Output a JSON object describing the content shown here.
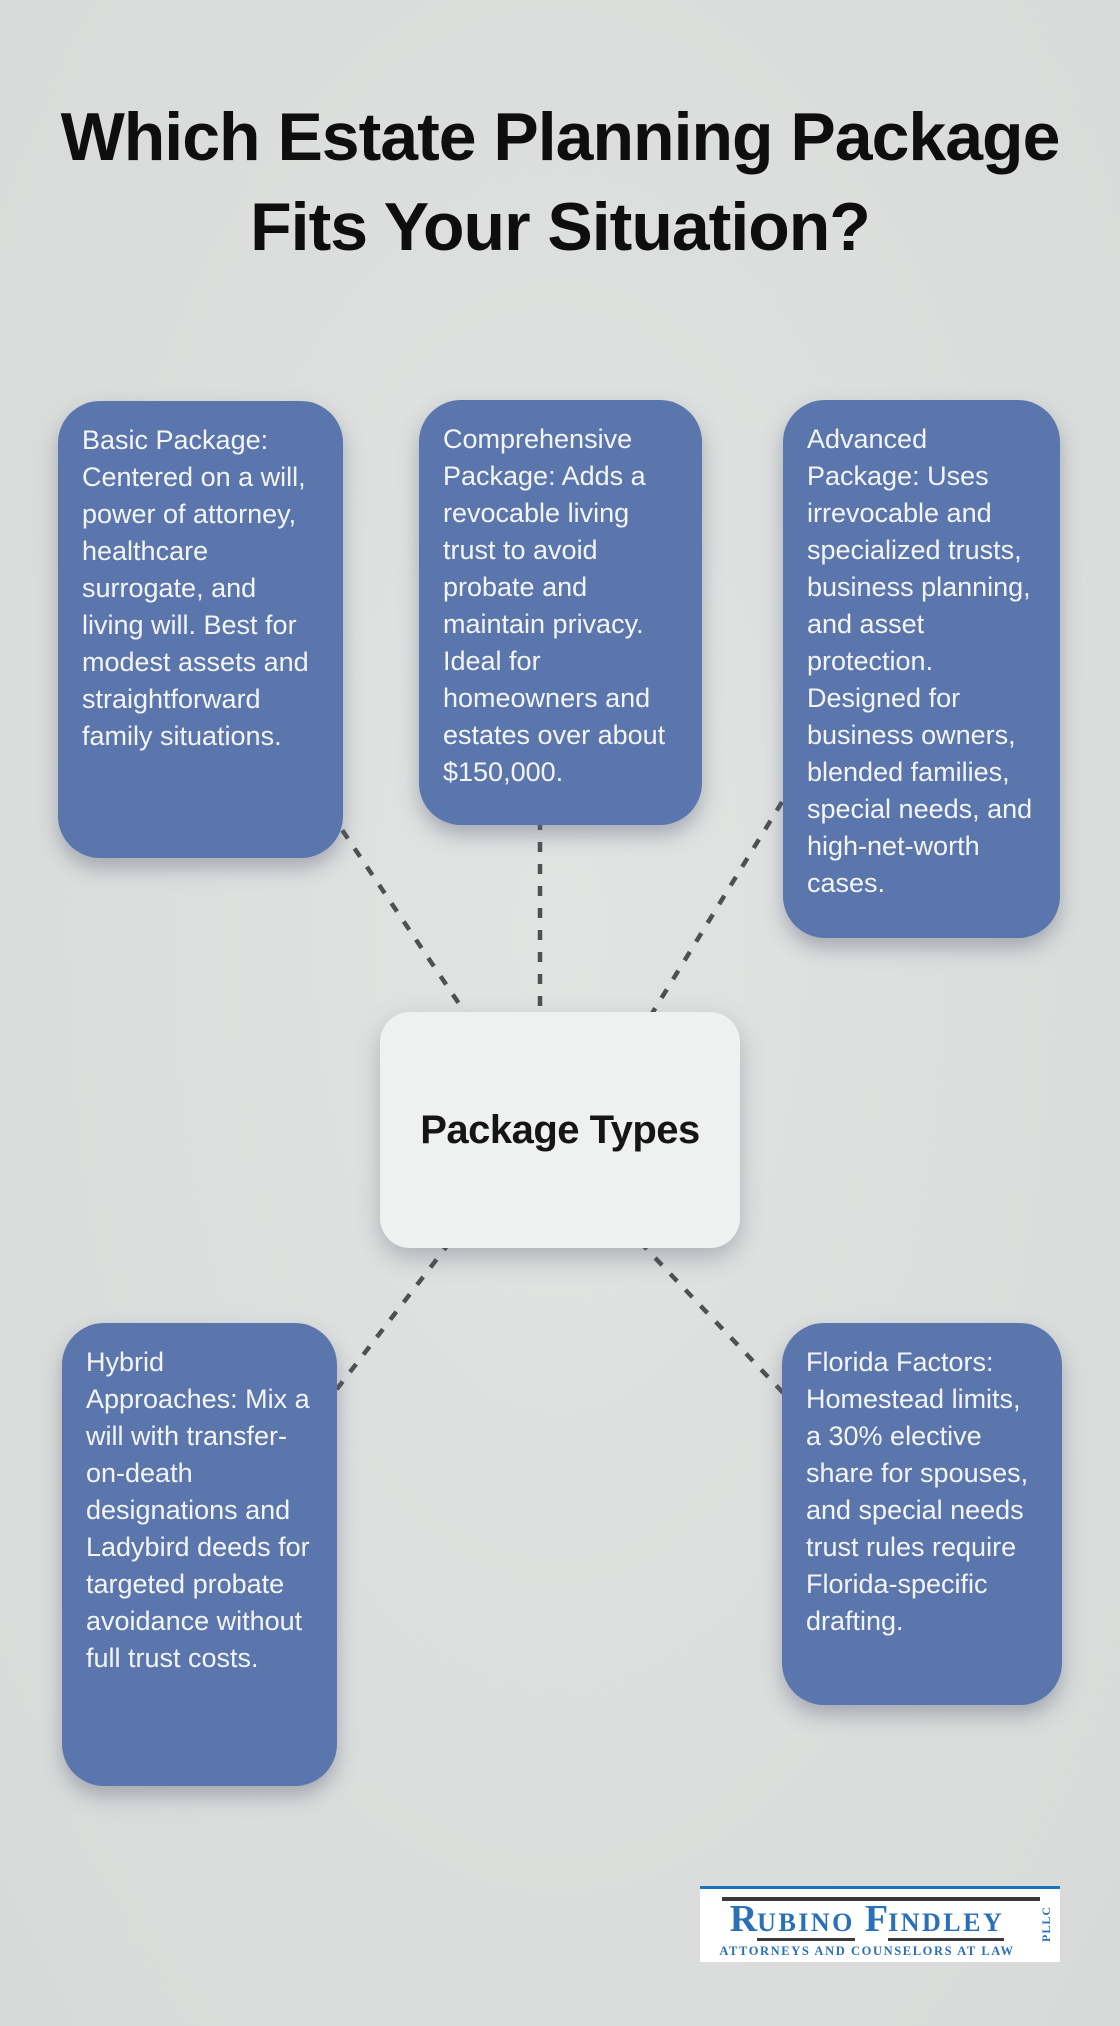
{
  "title": "Which Estate Planning Package Fits Your Situation?",
  "center_node": {
    "label": "Package Types"
  },
  "nodes": [
    {
      "id": "basic-package",
      "text": "Basic Package: Centered on a will, power of attorney, healthcare surrogate, and living will. Best for modest assets and straightforward family situations."
    },
    {
      "id": "comprehensive-package",
      "text": "Comprehensive Package: Adds a revocable living trust to avoid probate and maintain privacy. Ideal for homeowners and estates over about $150,000."
    },
    {
      "id": "advanced-package",
      "text": "Advanced Package: Uses irrevocable and specialized trusts, business planning, and asset protection. Designed for business owners, blended families, special needs, and high-net-worth cases."
    },
    {
      "id": "hybrid-approaches",
      "text": "Hybrid Approaches: Mix a will with transfer-on-death designations and Ladybird deeds for targeted probate avoidance without full trust costs."
    },
    {
      "id": "florida-factors",
      "text": "Florida Factors: Homestead limits, a 30% elective share for spouses, and special needs trust rules require Florida-specific drafting."
    }
  ],
  "logo": {
    "name_word1_initial": "R",
    "name_word1_rest": "UBINO",
    "name_word2_initial": "F",
    "name_word2_rest": "INDLEY",
    "suffix": "PLLC",
    "tagline": "ATTORNEYS AND COUNSELORS AT LAW"
  },
  "colors": {
    "background": "#dcdedd",
    "node_fill": "#5b76ac",
    "node_text": "#f3f5f4",
    "center_fill": "#eff1f0",
    "connector": "#4f5151",
    "title_text": "#0e0e0e",
    "logo_blue": "#2a70b8",
    "logo_dark": "#3a3a3b",
    "logo_background": "#ffffff"
  }
}
